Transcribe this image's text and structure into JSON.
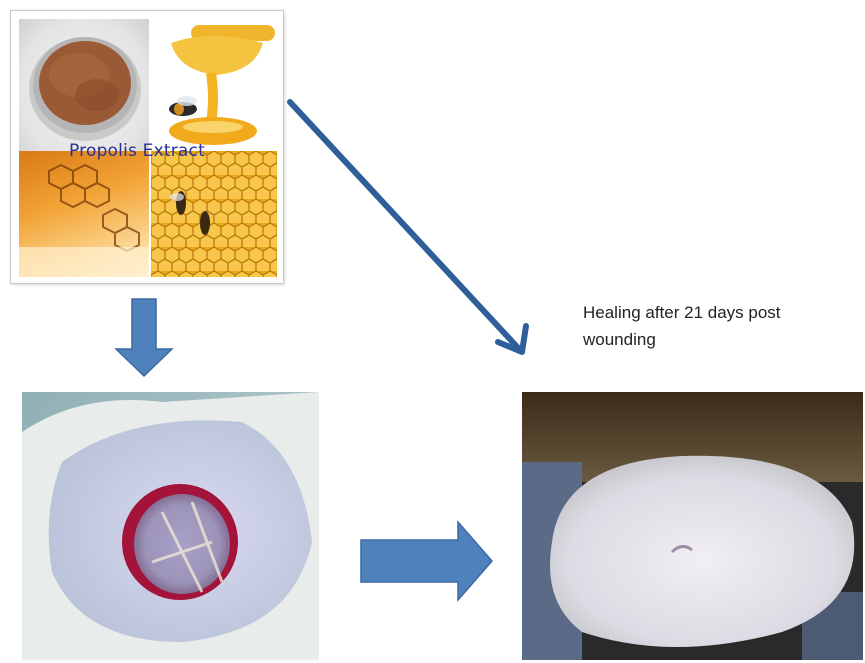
{
  "collage": {
    "caption": "Propolis Extract",
    "tiles": [
      "propolis-powder",
      "honey-dipper-with-bee",
      "honeycomb-pieces",
      "bees-on-honeycomb"
    ]
  },
  "labels": {
    "healing": "Healing after 21 days post wounding"
  },
  "photos": {
    "wound": "open-wound-on-rat-skin",
    "healed": "healed-skin-on-rat"
  },
  "colors": {
    "arrow_fill": "#4f81bd",
    "arrow_stroke": "#3a6aa3",
    "diagonal_arrow": "#2f5f99",
    "caption_text": "#2c2f9a"
  }
}
